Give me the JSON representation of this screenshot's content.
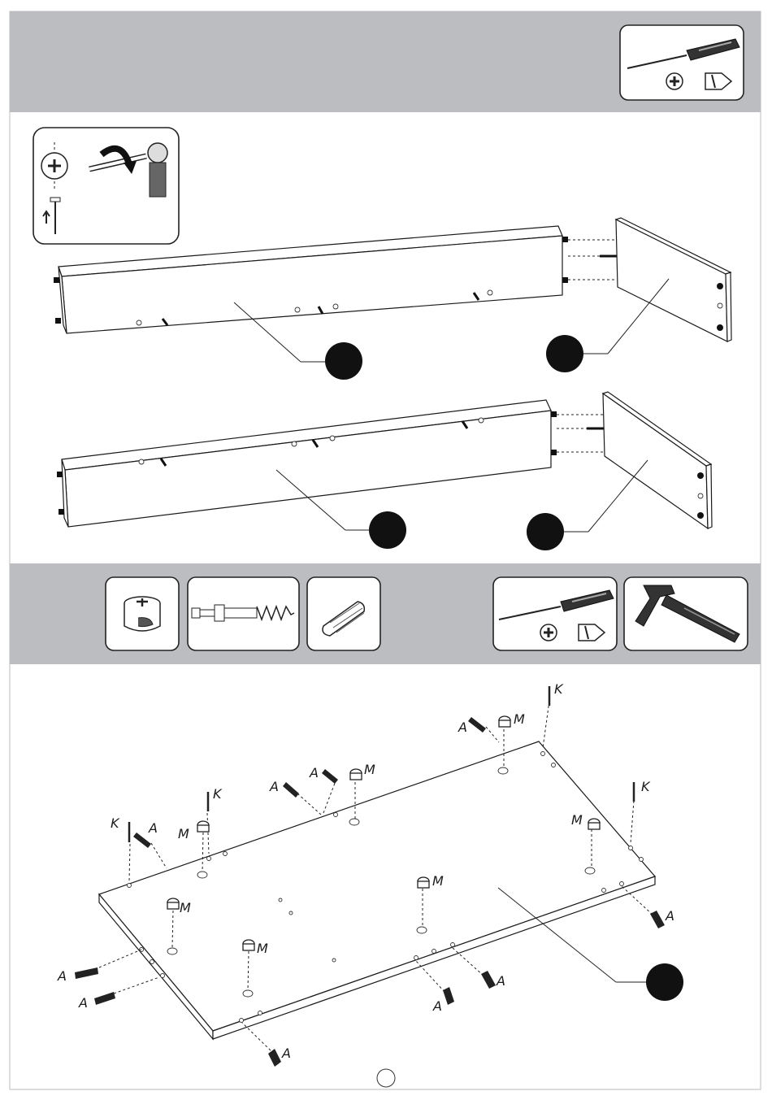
{
  "colors": {
    "band": "#bcbdc0",
    "ink": "#1a1a1a",
    "page": "#ffffff"
  },
  "icons": {
    "top_tool": "screwdriver-phillips-icon",
    "rotation_detail": "cam-lock-rotation-icon",
    "hardware": [
      "cam-lock-icon",
      "cam-bolt-icon",
      "wooden-dowel-icon"
    ],
    "tools": [
      "screwdriver-phillips-icon",
      "hammer-icon"
    ]
  },
  "labels": {
    "dowel": "A",
    "cam_bolt": "K",
    "cam_lock": "M"
  }
}
